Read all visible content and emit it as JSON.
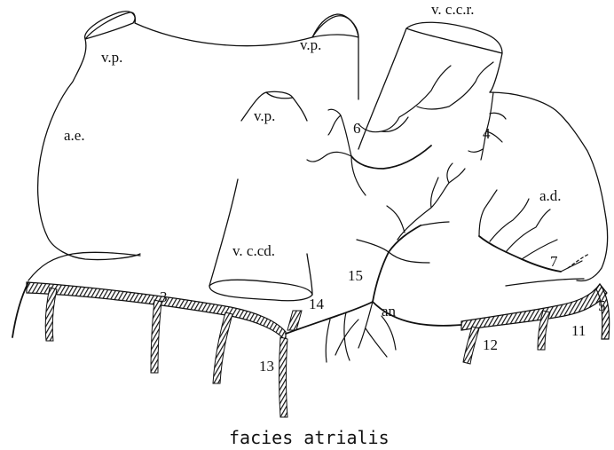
{
  "labels": {
    "vp_left": "v.p.",
    "vp_right": "v.p.",
    "vp_center": "v.p.",
    "ae": "a.e.",
    "vccr": "v. c.c.r.",
    "vccd": "v. c.cd.",
    "ad": "a.d.",
    "an": "an"
  },
  "numbers": {
    "n3": "3",
    "n4": "4",
    "n5": "5",
    "n6": "6",
    "n7": "7",
    "n11": "11",
    "n12": "12",
    "n13": "13",
    "n14": "14",
    "n15": "15"
  },
  "caption": "facies atrialis",
  "colors": {
    "ink": "#111111",
    "background": "#ffffff"
  }
}
